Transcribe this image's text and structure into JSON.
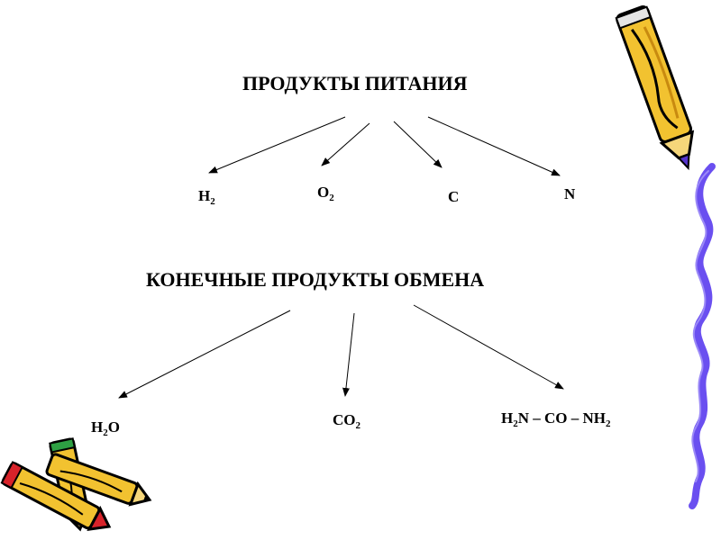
{
  "diagram": {
    "top_title": "ПРОДУКТЫ ПИТАНИЯ",
    "top_products": [
      {
        "base": "H",
        "sub": "2",
        "tail": ""
      },
      {
        "base": "O",
        "sub": "2",
        "tail": ""
      },
      {
        "base": "C",
        "sub": "",
        "tail": ""
      },
      {
        "base": "N",
        "sub": "",
        "tail": ""
      }
    ],
    "bottom_title": "КОНЕЧНЫЕ ПРОДУКТЫ ОБМЕНА",
    "water": {
      "base": "H",
      "sub": "2",
      "tail": "O"
    },
    "carbon_dioxide": {
      "base": "CO",
      "sub": "2",
      "tail": ""
    },
    "urea": {
      "p1": "H",
      "s1": "2",
      "p2": "N – CO – NH",
      "s2": "2"
    }
  },
  "colors": {
    "pencil_yellow": "#f2c230",
    "pencil_outline": "#000000",
    "pencil_blue_tip": "#5533cc",
    "ribbon_blue": "#6a4ff0",
    "pencil_red": "#d8232a",
    "pencil_green": "#2ea043"
  },
  "icons": [
    "pencil-icon",
    "crossed-pencils-icon",
    "wavy-ribbon-icon"
  ]
}
